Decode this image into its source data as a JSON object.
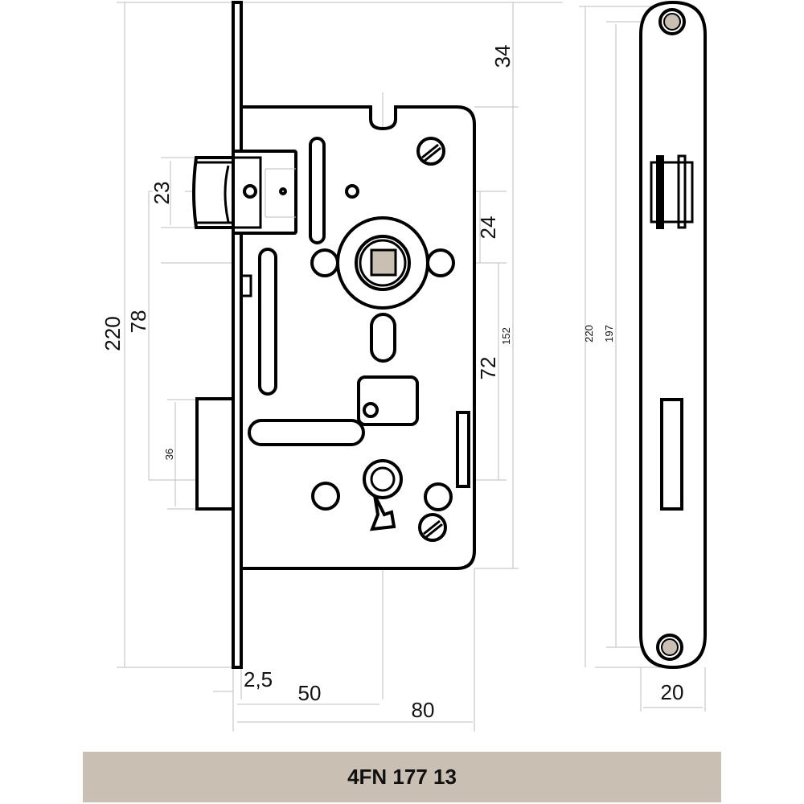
{
  "product_code": "4FN 177 13",
  "colors": {
    "footer_bg": "#c9bfb3",
    "spindle_fill": "#c9bfb3",
    "line": "#000000",
    "dimension_line": "#bdbdbd"
  },
  "dimensions": {
    "backset_top": "34",
    "latch_height": "23",
    "spindle_offset": "24",
    "total_height": "220",
    "latch_to_bolt": "78",
    "body_height": "152",
    "spindle_to_key": "72",
    "bolt_height": "36",
    "faceplate_thickness": "2,5",
    "backset": "50",
    "body_depth": "80",
    "forend_length": "220",
    "screw_distance": "197",
    "forend_width": "20"
  }
}
